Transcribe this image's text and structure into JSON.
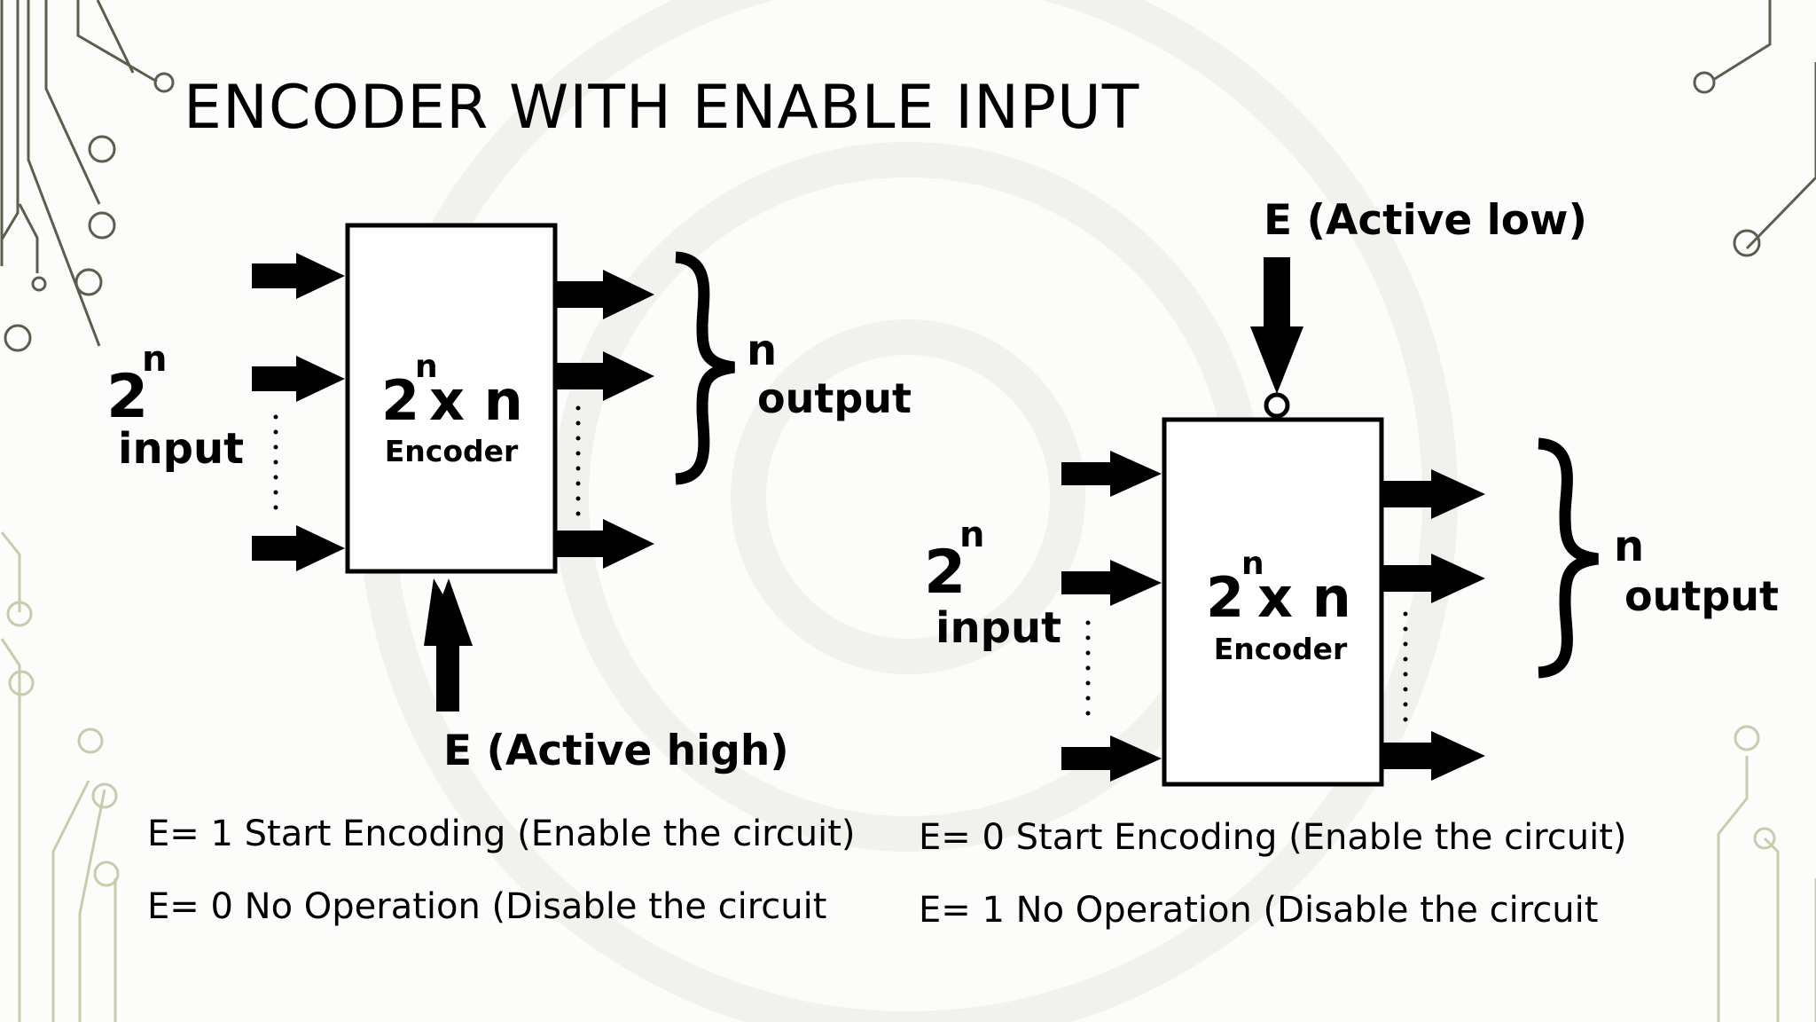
{
  "slide": {
    "title": "ENCODER WITH ENABLE INPUT"
  },
  "left_diagram": {
    "input_base": "2",
    "input_exp": "n",
    "input_word": "input",
    "block_base": "2",
    "block_exp": "n",
    "block_rest": "x n",
    "block_name": "Encoder",
    "output_n": "n",
    "output_word": "output",
    "enable_label": "E (Active high)"
  },
  "right_diagram": {
    "input_base": "2",
    "input_exp": "n",
    "input_word": "input",
    "block_base": "2",
    "block_exp": "n",
    "block_rest": "x n",
    "block_name": "Encoder",
    "output_n": "n",
    "output_word": "output",
    "enable_label": "E (Active low)"
  },
  "captions": {
    "left_line1": "E= 1 Start Encoding (Enable the circuit)",
    "left_line2": "E= 0 No Operation (Disable the circuit",
    "right_line1": "E= 0 Start Encoding (Enable the circuit)",
    "right_line2": "E= 1 No Operation (Disable the circuit"
  },
  "colors": {
    "background": "#fcfcfa",
    "circuit_decoration": "#5a5e4c",
    "circuit_decoration_light": "#c8ccae",
    "ink": "#000000"
  }
}
